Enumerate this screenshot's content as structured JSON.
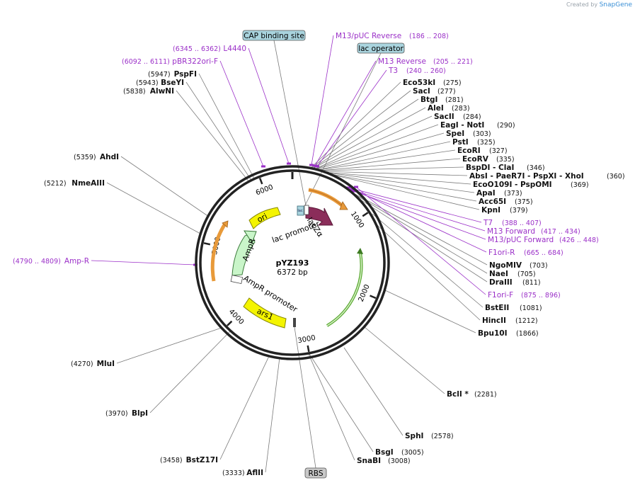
{
  "credit": {
    "prefix": "Created by",
    "brand": "SnapGene"
  },
  "plasmid": {
    "name": "pYZ193",
    "length_label": "6372 bp",
    "length": 6372
  },
  "scale_ticks": [
    {
      "pos": 1000,
      "label": "1000"
    },
    {
      "pos": 2000,
      "label": "2000"
    },
    {
      "pos": 3000,
      "label": "3000"
    },
    {
      "pos": 4000,
      "label": "4000"
    },
    {
      "pos": 5000,
      "label": "5000"
    },
    {
      "pos": 6000,
      "label": "6000"
    }
  ],
  "colors": {
    "lacZa": "#8b2d5a",
    "ori": "#f4f400",
    "AmpR": "#c9f5c9",
    "ars1": "#f4f400",
    "primer": "#9b30c8",
    "orange_arc": "#e89a3a",
    "green_arc": "#5aa832",
    "feature_box": "#a9d4de",
    "rbs_box": "#c8c8c8"
  },
  "features": [
    {
      "id": "lacZa",
      "label": "lacZα"
    },
    {
      "id": "lac-promoter",
      "label": "lac promoter"
    },
    {
      "id": "ori",
      "label": "ori"
    },
    {
      "id": "AmpR",
      "label": "AmpR"
    },
    {
      "id": "AmpR-promoter",
      "label": "AmpR promoter"
    },
    {
      "id": "ars1",
      "label": "ars1"
    }
  ],
  "boxed_labels": [
    {
      "id": "cap",
      "label": "CAP binding site"
    },
    {
      "id": "lacop",
      "label": "lac operator"
    },
    {
      "id": "rbs",
      "label": "RBS"
    }
  ],
  "enzymes": [
    {
      "id": "e-eco53ki",
      "name": "Eco53kI",
      "pos": "(275)"
    },
    {
      "id": "e-saci",
      "name": "SacI",
      "pos": "(277)"
    },
    {
      "id": "e-btgi",
      "name": "BtgI",
      "pos": "(281)"
    },
    {
      "id": "e-alei",
      "name": "AleI",
      "pos": "(283)"
    },
    {
      "id": "e-sacii",
      "name": "SacII",
      "pos": "(284)"
    },
    {
      "id": "e-eagi",
      "name": "EagI  - NotI",
      "pos": "(290)"
    },
    {
      "id": "e-spei",
      "name": "SpeI",
      "pos": "(303)"
    },
    {
      "id": "e-psti",
      "name": "PstI",
      "pos": "(325)"
    },
    {
      "id": "e-ecori",
      "name": "EcoRI",
      "pos": "(327)"
    },
    {
      "id": "e-ecorv",
      "name": "EcoRV",
      "pos": "(335)"
    },
    {
      "id": "e-bspdi",
      "name": "BspDI  - ClaI",
      "pos": "(346)"
    },
    {
      "id": "e-absi",
      "name": "AbsI  - PaeR7I  - PspXI  - XhoI",
      "pos": "(360)"
    },
    {
      "id": "e-eco0109i",
      "name": "EcoO109I  - PspOMI",
      "pos": "(369)"
    },
    {
      "id": "e-apai",
      "name": "ApaI",
      "pos": "(373)"
    },
    {
      "id": "e-acc65i",
      "name": "Acc65I",
      "pos": "(375)"
    },
    {
      "id": "e-kpni",
      "name": "KpnI",
      "pos": "(379)"
    },
    {
      "id": "e-ngomiv",
      "name": "NgoMIV",
      "pos": "(703)"
    },
    {
      "id": "e-naei",
      "name": "NaeI",
      "pos": "(705)"
    },
    {
      "id": "e-draiii",
      "name": "DraIII",
      "pos": "(811)"
    },
    {
      "id": "e-bsteii",
      "name": "BstEII",
      "pos": "(1081)"
    },
    {
      "id": "e-hincii",
      "name": "HincII",
      "pos": "(1212)"
    },
    {
      "id": "e-bpu10i",
      "name": "Bpu10I",
      "pos": "(1866)"
    },
    {
      "id": "e-bcli",
      "name": "BclI *",
      "pos": "(2281)"
    },
    {
      "id": "e-sphi",
      "name": "SphI",
      "pos": "(2578)"
    },
    {
      "id": "e-bsgi",
      "name": "BsgI",
      "pos": "(3005)"
    },
    {
      "id": "e-snabi",
      "name": "SnaBI",
      "pos": "(3008)"
    },
    {
      "id": "e-aflii",
      "name": "AflII",
      "pos": "(3333)"
    },
    {
      "id": "e-bstz17i",
      "name": "BstZ17I",
      "pos": "(3458)"
    },
    {
      "id": "e-blpi",
      "name": "BlpI",
      "pos": "(3970)"
    },
    {
      "id": "e-mlui",
      "name": "MluI",
      "pos": "(4270)"
    },
    {
      "id": "e-nmeaiii",
      "name": "NmeAIII",
      "pos": "(5212)"
    },
    {
      "id": "e-ahdi",
      "name": "AhdI",
      "pos": "(5359)"
    },
    {
      "id": "e-alwni",
      "name": "AlwNI",
      "pos": "(5838)"
    },
    {
      "id": "e-bseyi",
      "name": "BseYI",
      "pos": "(5943)"
    },
    {
      "id": "e-pspfi",
      "name": "PspFI",
      "pos": "(5947)"
    }
  ],
  "primers": [
    {
      "id": "p-m13puc-rev",
      "name": "M13/pUC Reverse",
      "range": "(186 .. 208)"
    },
    {
      "id": "p-m13rev",
      "name": "M13 Reverse",
      "range": "(205 .. 221)"
    },
    {
      "id": "p-t3",
      "name": "T3",
      "range": "(240 .. 260)"
    },
    {
      "id": "p-t7",
      "name": "T7",
      "range": "(388 .. 407)"
    },
    {
      "id": "p-m13fwd",
      "name": "M13 Forward",
      "range": "(417 .. 434)"
    },
    {
      "id": "p-m13puc-fwd",
      "name": "M13/pUC Forward",
      "range": "(426 .. 448)"
    },
    {
      "id": "p-f1ori-r",
      "name": "F1ori-R",
      "range": "(665 .. 684)"
    },
    {
      "id": "p-f1ori-f",
      "name": "F1ori-F",
      "range": "(875 .. 896)"
    },
    {
      "id": "p-l4440",
      "name": "L4440",
      "range": "(6345 .. 6362)"
    },
    {
      "id": "p-pbr322",
      "name": "pBR322ori-F",
      "range": "(6092 .. 6111)"
    },
    {
      "id": "p-ampr",
      "name": "Amp-R",
      "range": "(4790 .. 4809)"
    }
  ]
}
